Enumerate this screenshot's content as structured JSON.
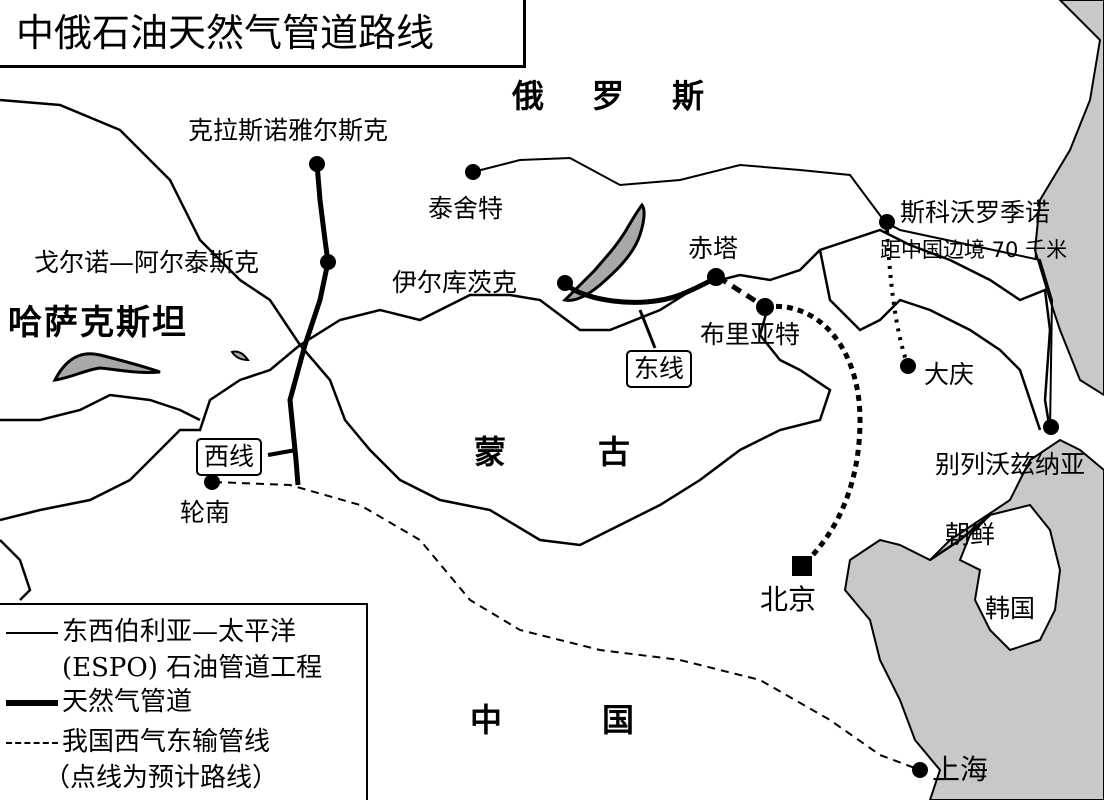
{
  "title": "中俄石油天然气管道路线",
  "countries": {
    "russia": "俄罗斯",
    "kazakhstan": "哈萨克斯坦",
    "mongolia": "蒙古",
    "china": "中国",
    "korea_north": "朝鲜",
    "korea_south": "韩国"
  },
  "places": {
    "krasnoyarsk": "克拉斯诺雅尔斯克",
    "taishet": "泰舍特",
    "gorno_altaysk": "戈尔诺—阿尔泰斯克",
    "irkutsk": "伊尔库茨克",
    "chita": "赤塔",
    "buryatia": "布里亚特",
    "skovorodino": "斯科沃罗季诺",
    "skovorodino_note": "距中国边境 70 千米",
    "daqing": "大庆",
    "belinskaya": "别列沃兹纳亚",
    "lunnan": "轮南",
    "beijing": "北京",
    "shanghai": "上海"
  },
  "route_labels": {
    "west": "西线",
    "east": "东线"
  },
  "legend": {
    "item1_line1": "东西伯利亚—太平洋",
    "item1_line2": "(ESPO) 石油管道工程",
    "item2": "天然气管道",
    "item3_line1": "我国西气东输管线",
    "item3_line2": "（点线为预计路线）"
  },
  "colors": {
    "sea": "#c8c8c8",
    "land": "#ffffff",
    "lake": "#a8a8a8",
    "line": "#000000"
  }
}
